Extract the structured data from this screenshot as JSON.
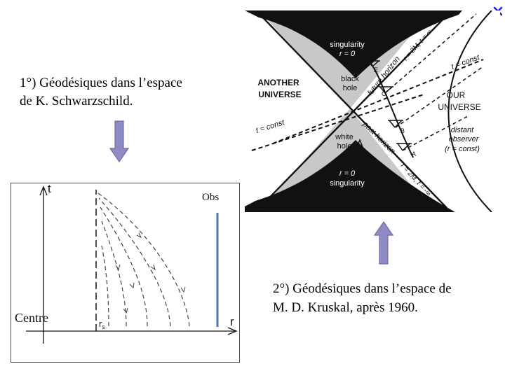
{
  "slide": {
    "caption_1": "1°)  Géodésiques dans l’espace\nde K. Schwarzschild.",
    "caption_2": "2°) Géodésiques dans l’espace de\nM. D. Kruskal,  après 1960.",
    "close_icon": "close-icon",
    "accent_color": "#7b79b8",
    "close_color": "#1a1aff"
  },
  "kruskal": {
    "singularity_top": "singularity",
    "r_zero_top": "r = 0",
    "singularity_bottom": "singularity",
    "r_zero_bottom": "r = 0",
    "black_hole_1": "black",
    "black_hole_2": "hole",
    "white_hole_1": "white",
    "white_hole_2": "hole",
    "another_universe_1": "ANOTHER",
    "another_universe_2": "UNIVERSE",
    "our_universe_1": "OUR",
    "our_universe_2": "UNIVERSE",
    "future_horizon": "future horizon",
    "past_horizon": "past horizon",
    "r_2m_top": "r = 2M, t = ∞",
    "r_2m_bottom": "r = 2M, t = -∞",
    "t_const_right": "t = const",
    "t_const_left": "t = const",
    "distant_observer_1": "distant",
    "distant_observer_2": "observer",
    "distant_observer_3": "(r = const)",
    "label_a": "A",
    "label_b": "B",
    "label_c": "C",
    "label_e": "E"
  },
  "schwarz": {
    "axis_t": "t",
    "axis_r": "r",
    "rs_label": "r",
    "rs_sub": "s",
    "obs_label": "Obs",
    "centre_label": "Centre",
    "obs_line_color": "#4f72b8"
  }
}
